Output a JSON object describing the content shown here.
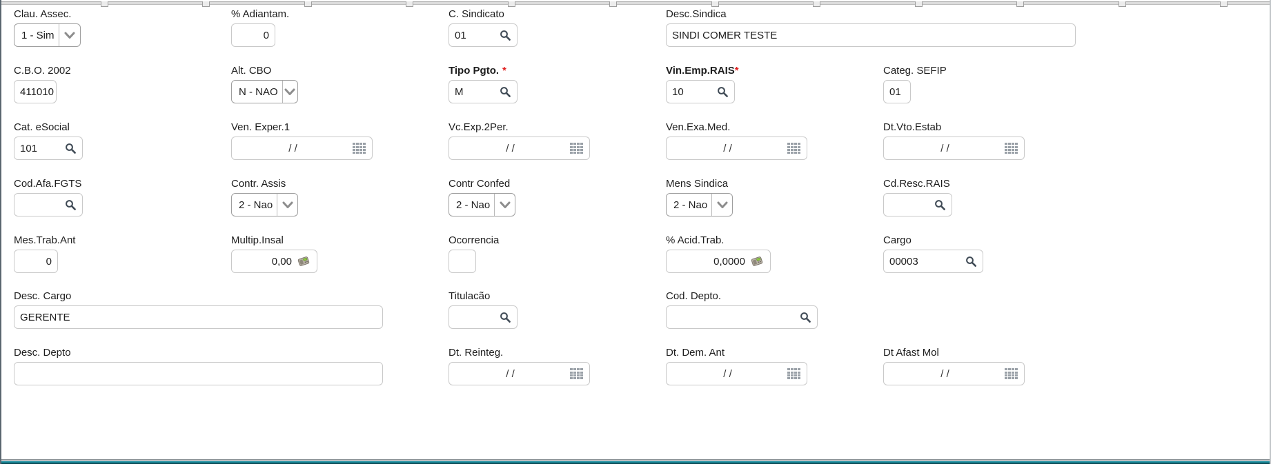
{
  "required_marker": "*",
  "colors": {
    "accent_teal": "#1b8fa0",
    "required_red": "#e02020",
    "input_border": "#c9c9c9",
    "select_border": "#9f9f9f",
    "icon_gray": "#3f4a55"
  },
  "icons": {
    "search": "magnifier",
    "date": "calendar-grid",
    "money": "calculator",
    "select": "chevron-down"
  },
  "fields": [
    {
      "id": "clau-assec",
      "label": "Clau. Assec.",
      "type": "select",
      "value": "1 - Sim"
    },
    {
      "id": "adiantam",
      "label": "% Adiantam.",
      "type": "text",
      "value": "0"
    },
    {
      "id": "c-sindicato",
      "label": "C. Sindicato",
      "type": "search",
      "value": "01"
    },
    {
      "id": "desc-sindica",
      "label": "Desc.Sindica",
      "type": "text",
      "value": "SINDI COMER TESTE"
    },
    {
      "id": "cbo-2002",
      "label": "C.B.O. 2002",
      "type": "text",
      "value": "411010"
    },
    {
      "id": "alt-cbo",
      "label": "Alt. CBO",
      "type": "select",
      "value": "N - NAO"
    },
    {
      "id": "tipo-pgto",
      "label": "Tipo Pgto.",
      "type": "search",
      "value": "M",
      "required": true
    },
    {
      "id": "vin-emp-rais",
      "label": "Vin.Emp.RAIS",
      "type": "search",
      "value": "10",
      "required": true
    },
    {
      "id": "categ-sefip",
      "label": "Categ. SEFIP",
      "type": "text",
      "value": "01"
    },
    {
      "id": "cat-esocial",
      "label": "Cat. eSocial",
      "type": "search",
      "value": "101"
    },
    {
      "id": "ven-exper1",
      "label": "Ven. Exper.1",
      "type": "date",
      "value": "/ /"
    },
    {
      "id": "vc-exp-2per",
      "label": "Vc.Exp.2Per.",
      "type": "date",
      "value": "/ /"
    },
    {
      "id": "ven-exa-med",
      "label": "Ven.Exa.Med.",
      "type": "date",
      "value": "/ /"
    },
    {
      "id": "dt-vto-estab",
      "label": "Dt.Vto.Estab",
      "type": "date",
      "value": "/ /"
    },
    {
      "id": "cod-afa-fgts",
      "label": "Cod.Afa.FGTS",
      "type": "search",
      "value": ""
    },
    {
      "id": "contr-assis",
      "label": "Contr. Assis",
      "type": "select",
      "value": "2 - Nao"
    },
    {
      "id": "contr-confed",
      "label": "Contr Confed",
      "type": "select",
      "value": "2 - Nao"
    },
    {
      "id": "mens-sindica",
      "label": "Mens Sindica",
      "type": "select",
      "value": "2 - Nao"
    },
    {
      "id": "cd-resc-rais",
      "label": "Cd.Resc.RAIS",
      "type": "search",
      "value": ""
    },
    {
      "id": "mes-trab-ant",
      "label": "Mes.Trab.Ant",
      "type": "text",
      "value": "0"
    },
    {
      "id": "multip-insal",
      "label": "Multip.Insal",
      "type": "money",
      "value": "0,00"
    },
    {
      "id": "ocorrencia",
      "label": "Ocorrencia",
      "type": "text",
      "value": ""
    },
    {
      "id": "acid-trab",
      "label": "% Acid.Trab.",
      "type": "money",
      "value": "0,0000"
    },
    {
      "id": "cargo",
      "label": "Cargo",
      "type": "search",
      "value": "00003"
    },
    {
      "id": "desc-cargo",
      "label": "Desc. Cargo",
      "type": "text",
      "value": "GERENTE"
    },
    {
      "id": "titulacao",
      "label": "Titulacão",
      "type": "search",
      "value": ""
    },
    {
      "id": "cod-depto",
      "label": "Cod. Depto.",
      "type": "search",
      "value": ""
    },
    {
      "id": "desc-depto",
      "label": "Desc. Depto",
      "type": "text",
      "value": ""
    },
    {
      "id": "dt-reinteg",
      "label": "Dt. Reinteg.",
      "type": "date",
      "value": "/ /"
    },
    {
      "id": "dt-dem-ant",
      "label": "Dt. Dem. Ant",
      "type": "date",
      "value": "/ /"
    },
    {
      "id": "dt-afast-mol",
      "label": "Dt Afast Mol",
      "type": "date",
      "value": "/ /"
    }
  ]
}
